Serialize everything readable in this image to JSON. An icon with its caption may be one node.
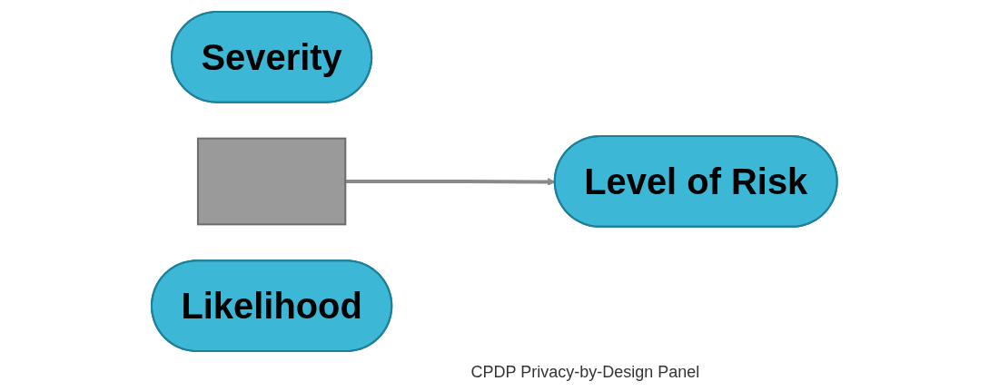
{
  "diagram": {
    "caption": "CPDP Privacy-by-Design Panel",
    "nodes": [
      {
        "text": [
          "Severity"
        ]
      },
      {
        "text": [],
        "shape": "plus"
      },
      {
        "text": [
          "Likelihood"
        ]
      },
      {
        "text": [
          "Level of Risk"
        ]
      }
    ],
    "edges": [
      {
        "from": 1,
        "to": 3,
        "arrow": "to"
      }
    ]
  }
}
